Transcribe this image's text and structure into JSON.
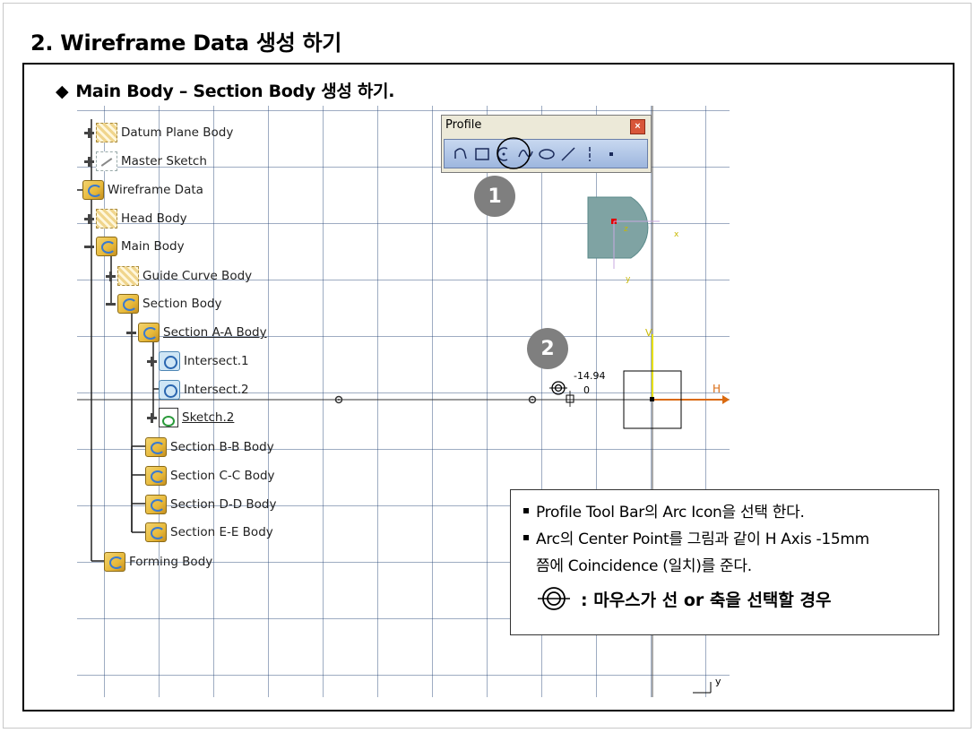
{
  "main_title": "2. Wireframe Data 생성 하기",
  "sub_title": "Main Body – Section Body 생성 하기.",
  "sub_bullet": "◆",
  "tree": {
    "items": [
      {
        "label": "Datum Plane Body"
      },
      {
        "label": "Master Sketch"
      },
      {
        "label": "Wireframe Data"
      },
      {
        "label": "Head Body"
      },
      {
        "label": "Main Body"
      },
      {
        "label": "Guide Curve Body"
      },
      {
        "label": "Section Body"
      },
      {
        "label": "Section A-A Body"
      },
      {
        "label": "Intersect.1"
      },
      {
        "label": "Intersect.2"
      },
      {
        "label": "Sketch.2"
      },
      {
        "label": "Section B-B Body"
      },
      {
        "label": "Section C-C Body"
      },
      {
        "label": "Section D-D Body"
      },
      {
        "label": "Section E-E Body"
      },
      {
        "label": "Forming Body"
      }
    ]
  },
  "toolbar": {
    "title": "Profile",
    "close_icon": "close-icon",
    "icons": [
      "profile-icon",
      "rectangle-icon",
      "arc-icon",
      "spline-icon",
      "ellipse-icon",
      "line-icon",
      "axis-icon",
      "point-icon"
    ]
  },
  "callouts": {
    "one": "1",
    "two": "2"
  },
  "coords": {
    "x": "-14.94",
    "y": "0"
  },
  "axes": {
    "h": "H",
    "v": "V",
    "y_small": "y"
  },
  "info": {
    "line1": "Profile Tool Bar의 Arc Icon을 선택 한다.",
    "line2": "Arc의 Center Point를 그림과 같이 H Axis -15mm",
    "line3": "쯤에 Coincidence (일치)를 준다.",
    "legend_text": ": 마우스가 선 or 축을 선택할 경우"
  },
  "colors": {
    "highlight_shape": "#7fa3a3",
    "h_axis": "#d96a10",
    "v_axis": "#e8e000",
    "badge": "#7f7f7f"
  }
}
